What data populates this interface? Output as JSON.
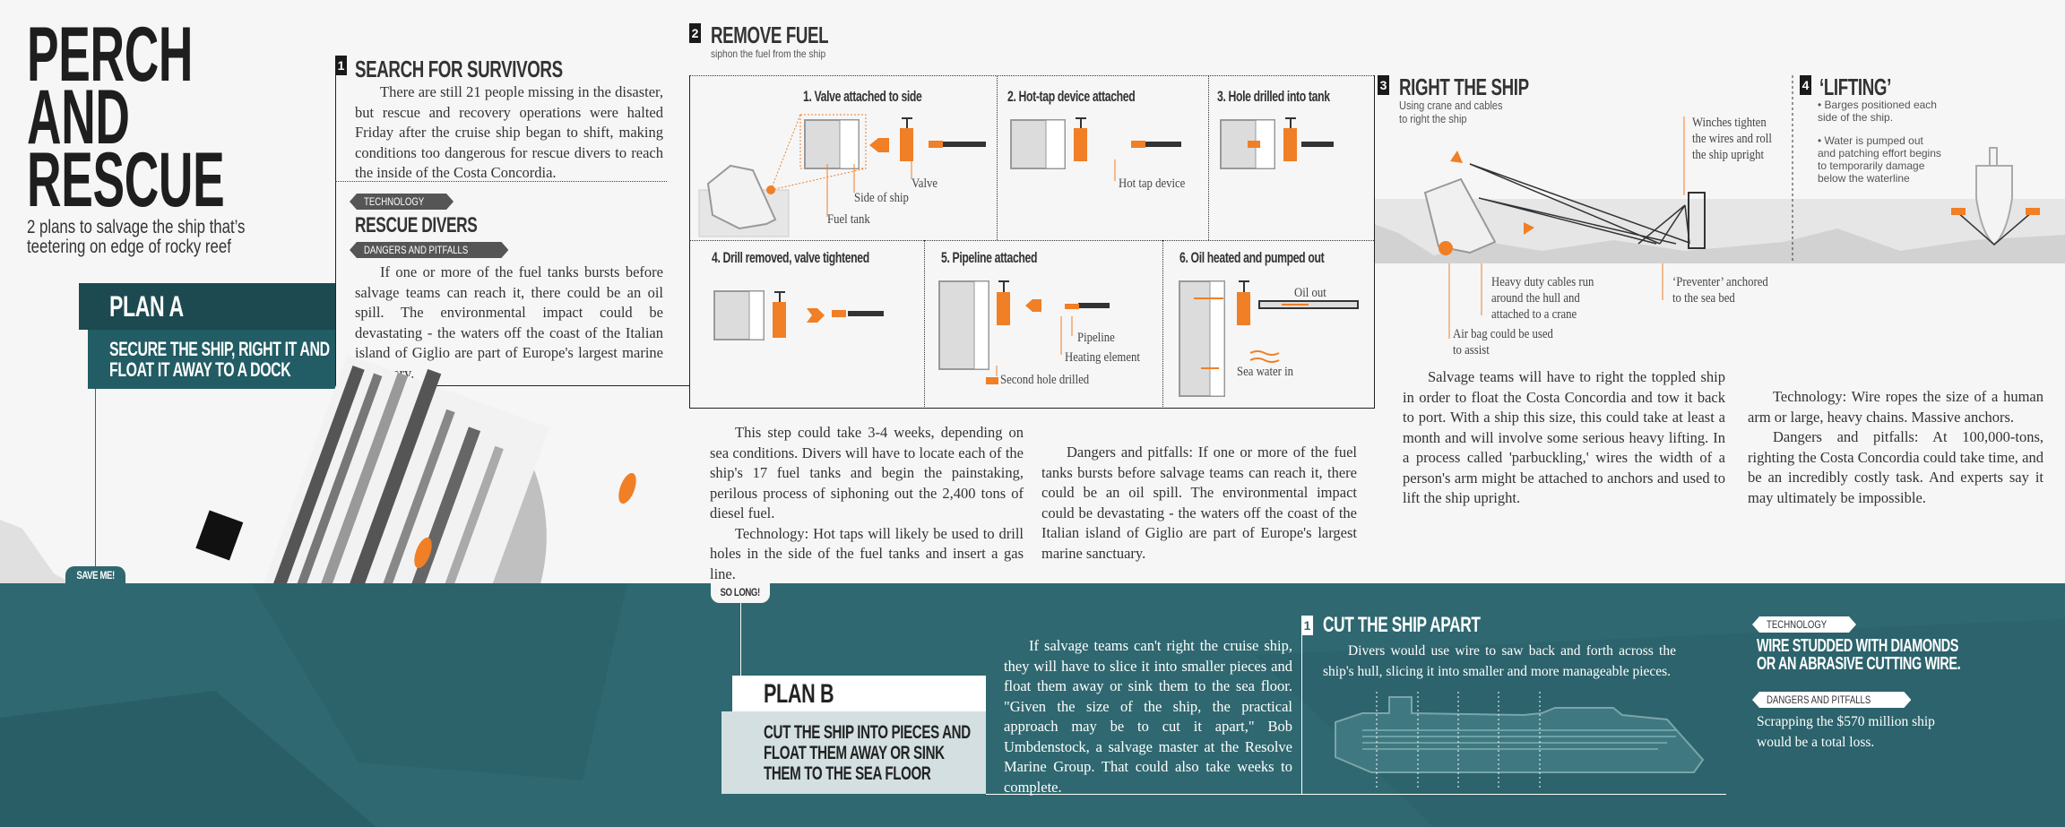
{
  "title": {
    "line1": "PERCH",
    "line2": "AND",
    "line3": "RESCUE",
    "subtitle_line1": "2 plans to salvage the ship that’s",
    "subtitle_line2": "teetering on edge of rocky reef"
  },
  "plan_a": {
    "label": "PLAN A",
    "desc_line1": "SECURE THE SHIP, RIGHT IT AND",
    "desc_line2": "FLOAT IT AWAY TO A DOCK",
    "bubble": "SAVE ME!"
  },
  "step1": {
    "num": "1",
    "title": "SEARCH FOR SURVIVORS",
    "body": "There are still 21 people missing in the disaster, but rescue and recovery operations were halted Friday after the cruise ship began to shift, making conditions too dangerous for rescue divers to reach the inside of the Costa Concordia.",
    "tech_badge": "TECHNOLOGY",
    "tech_value": "RESCUE DIVERS",
    "danger_badge": "DANGERS AND PITFALLS",
    "danger_body": "If one or more of the fuel tanks bursts before salvage teams can reach it, there could be an oil spill. The environmental impact could be devastating - the waters off the coast of the Italian island of Giglio are part of Europe's largest marine sanctuary."
  },
  "step2": {
    "num": "2",
    "title": "REMOVE FUEL",
    "subtitle": "siphon the fuel from the ship",
    "panels": [
      "1. Valve attached to side",
      "2. Hot-tap device attached",
      "3. Hole drilled into tank",
      "4. Drill removed, valve tightened",
      "5. Pipeline attached",
      "6. Oil heated and pumped out"
    ],
    "labels": {
      "valve": "Valve",
      "side": "Side of ship",
      "tank": "Fuel tank",
      "hottap": "Hot tap device",
      "pipeline": "Pipeline",
      "heating": "Heating element",
      "second": "Second hole drilled",
      "oil": "Oil out",
      "sea": "Sea water in"
    },
    "body_col1": "This step could take 3-4 weeks, depending on sea conditions. Divers will have to locate each of the ship's 17 fuel tanks and begin the painstaking, perilous process of siphoning out the 2,400 tons of diesel fuel.",
    "body_col1b": "Technology: Hot taps will likely be used to drill holes in the side of the fuel tanks and insert a gas line.",
    "body_col2": "Dangers and pitfalls: If one or more of the fuel tanks bursts before salvage teams can reach it, there could be an oil spill. The environmental impact could be devastating - the waters off the coast of the Italian island of Giglio are part of Europe's largest marine sanctuary."
  },
  "step3": {
    "num": "3",
    "title": "RIGHT THE SHIP",
    "subtitle_line1": "Using crane and cables",
    "subtitle_line2": "to right the ship",
    "winches": [
      "Winches tighten",
      "the wires and roll",
      "the ship upright"
    ],
    "cables": [
      "Heavy duty cables run",
      "around the hull and",
      "attached to a crane"
    ],
    "airbag": [
      "Air bag could be used",
      "to assist"
    ],
    "preventer": [
      "‘Preventer’ anchored",
      "to the sea bed"
    ],
    "body1": "Salvage teams will have to right the toppled ship in order to float the Costa Concordia and tow it back to port. With a ship this size, this could take at least a month and will involve some serious heavy lifting. In a process called 'parbuckling,' wires the width of a person's arm might be attached to anchors and used to lift the ship upright.",
    "body2": "Technology: Wire ropes the size of a human arm or large, heavy chains. Massive anchors.",
    "body3": "Dangers and pitfalls: At 100,000-tons, righting the Costa Concordia could take time, and be an incredibly costly task. And experts say it may ultimately be impossible."
  },
  "step4": {
    "num": "4",
    "title": "‘LIFTING’",
    "bullets": [
      "Barges positioned each side of the ship.",
      "Water is pumped out and patching effort begins to temporarily damage below the waterline"
    ]
  },
  "plan_b": {
    "bubble": "SO LONG!",
    "label": "PLAN B",
    "desc_line1": "CUT THE SHIP INTO PIECES AND",
    "desc_line2": "FLOAT THEM AWAY OR SINK",
    "desc_line3": "THEM TO THE SEA FLOOR",
    "body": "If salvage teams can't right the cruise ship, they will have to slice it into smaller pieces and float them away or sink them to the sea floor. \"Given the size of the ship, the practical approach may be to cut it apart,\" Bob Umbdenstock, a salvage master at the Resolve Marine Group. That could also take weeks to complete.",
    "cut_num": "1",
    "cut_title": "CUT THE SHIP APART",
    "cut_body": "Divers would use wire to saw back and forth across the ship's hull, slicing it into smaller and more manageable pieces.",
    "tech_badge": "TECHNOLOGY",
    "tech_line1": "WIRE STUDDED WITH DIAMONDS",
    "tech_line2": "OR AN ABRASIVE CUTTING WIRE.",
    "danger_badge": "DANGERS AND PITFALLS",
    "danger_body": "Scrapping the $570 million ship would be a total loss."
  },
  "colors": {
    "accent": "#f07f26",
    "teal": "#2f6870",
    "dark_teal": "#1c4a50",
    "mid_teal": "#225c64"
  }
}
